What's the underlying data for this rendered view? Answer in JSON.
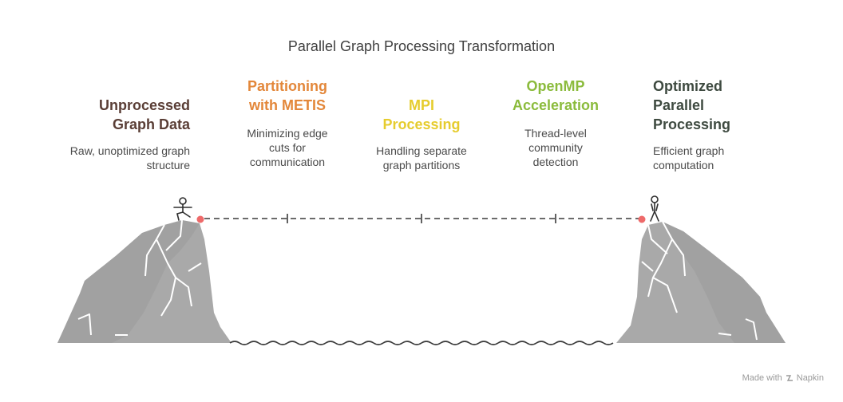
{
  "title": "Parallel Graph Processing Transformation",
  "stages": [
    {
      "title": "Unprocessed\nGraph Data",
      "desc": "Raw, unoptimized graph\nstructure",
      "color": "#5a3e36"
    },
    {
      "title": "Partitioning\nwith METIS",
      "desc": "Minimizing edge\ncuts for\ncommunication",
      "color": "#e3873a"
    },
    {
      "title": "MPI\nProcessing",
      "desc": "Handling separate\ngraph partitions",
      "color": "#e6cc2e"
    },
    {
      "title": "OpenMP\nAcceleration",
      "desc": "Thread-level\ncommunity\ndetection",
      "color": "#8bbb3c"
    },
    {
      "title": "Optimized\nParallel\nProcessing",
      "desc": "Efficient graph\ncomputation",
      "color": "#3e4a40"
    }
  ],
  "footer": {
    "made_with": "Made with",
    "brand": "Napkin"
  }
}
